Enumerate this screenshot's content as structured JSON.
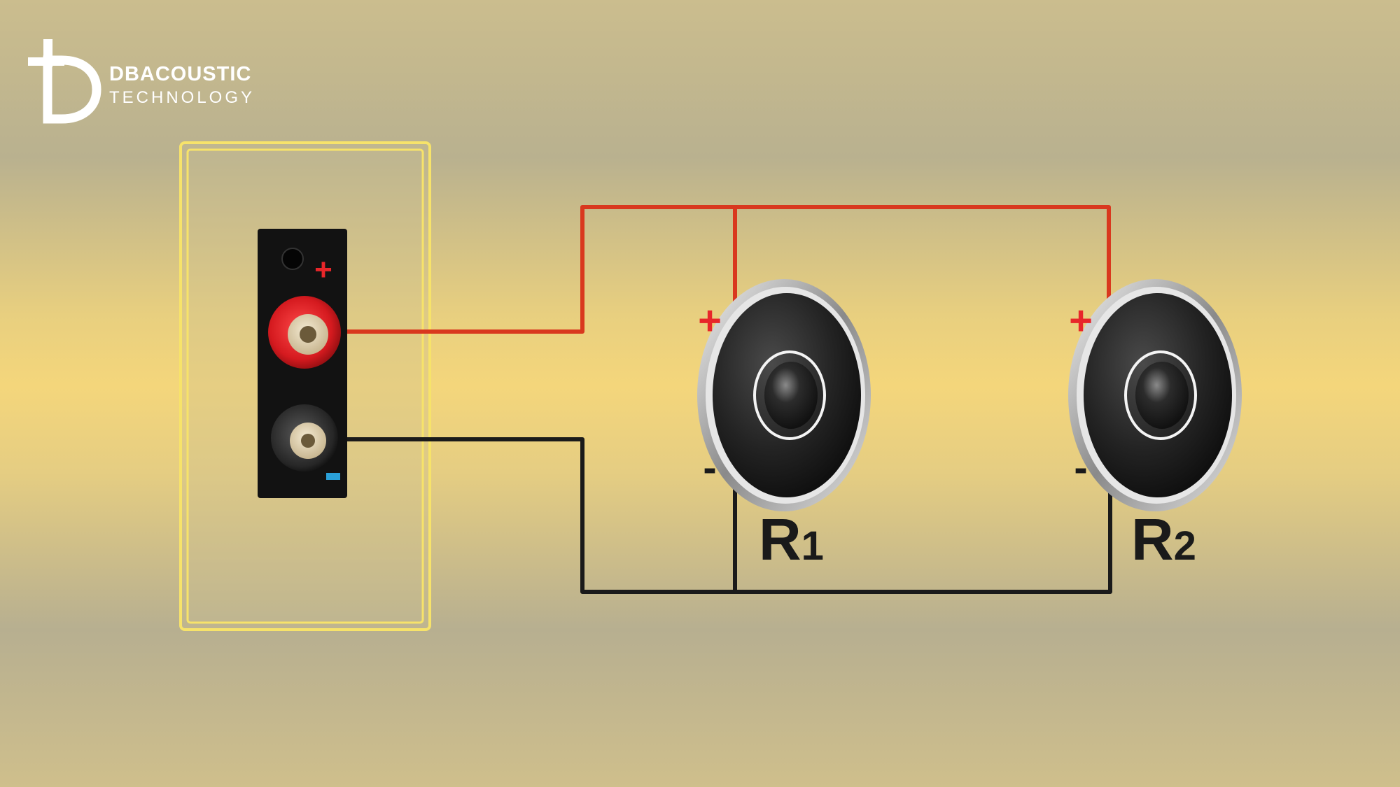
{
  "logo": {
    "icon": "db-monogram-icon",
    "name": "DBACOUSTIC",
    "subtitle": "TECHNOLOGY"
  },
  "terminal_panel": {
    "positive_symbol": "+",
    "negative_symbol": "-"
  },
  "speakers": [
    {
      "label": "R",
      "subscript": "1",
      "positive_symbol": "+",
      "negative_symbol": "-"
    },
    {
      "label": "R",
      "subscript": "2",
      "positive_symbol": "+",
      "negative_symbol": "-"
    }
  ],
  "colors": {
    "positive_wire": "#d9381e",
    "negative_wire": "#1a1a1a",
    "highlight_frame": "#f7e36a",
    "plus_sign": "#e8262a",
    "minus_tag": "#2aa0d8"
  }
}
